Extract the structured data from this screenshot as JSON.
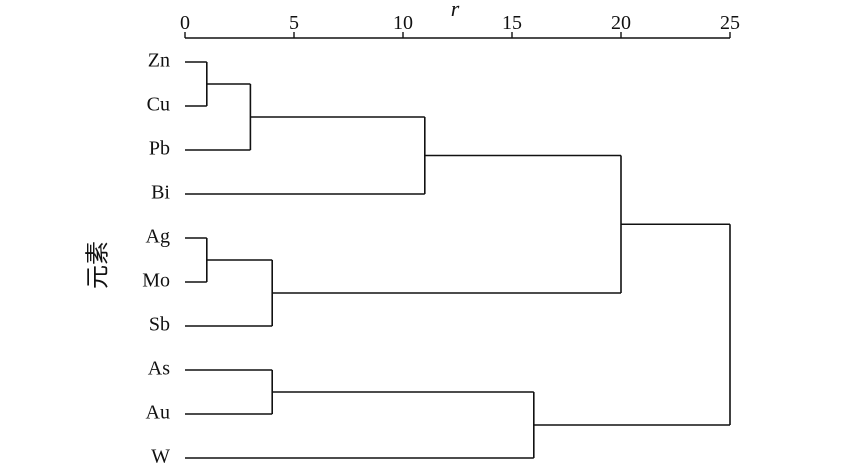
{
  "chart_data": {
    "type": "dendrogram",
    "xlabel": "r",
    "ylabel": "元素",
    "xlim": [
      0,
      25
    ],
    "x_ticks": [
      "0",
      "5",
      "10",
      "15",
      "20",
      "25"
    ],
    "x_tick_values": [
      0,
      5,
      10,
      15,
      20,
      25
    ],
    "leaves": [
      "Zn",
      "Cu",
      "Pb",
      "Bi",
      "Ag",
      "Mo",
      "Sb",
      "As",
      "Au",
      "W"
    ],
    "merges": [
      {
        "id": "c1",
        "children": [
          "Zn",
          "Cu"
        ],
        "distance": 1
      },
      {
        "id": "c2",
        "children": [
          "c1",
          "Pb"
        ],
        "distance": 3
      },
      {
        "id": "c3",
        "children": [
          "c2",
          "Bi"
        ],
        "distance": 11
      },
      {
        "id": "c4",
        "children": [
          "Ag",
          "Mo"
        ],
        "distance": 1
      },
      {
        "id": "c5",
        "children": [
          "c4",
          "Sb"
        ],
        "distance": 4
      },
      {
        "id": "c6",
        "children": [
          "c3",
          "c5"
        ],
        "distance": 20
      },
      {
        "id": "c7",
        "children": [
          "As",
          "Au"
        ],
        "distance": 4
      },
      {
        "id": "c8",
        "children": [
          "c7",
          "W"
        ],
        "distance": 16
      },
      {
        "id": "c9",
        "children": [
          "c6",
          "c8"
        ],
        "distance": 25
      }
    ],
    "grid": false,
    "legend": "none"
  }
}
